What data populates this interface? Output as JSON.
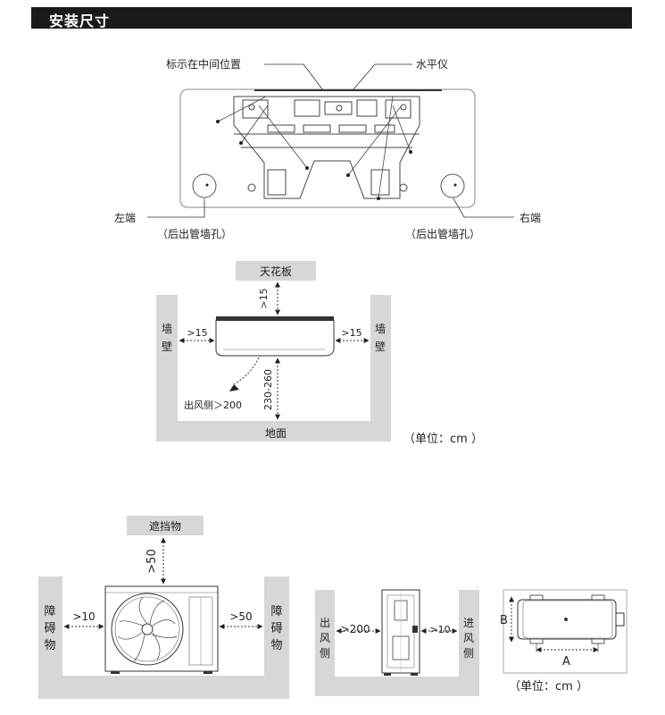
{
  "header": {
    "title": "安装尺寸"
  },
  "panel1": {
    "label_center_mark": "标示在中间位置",
    "label_level": "水平仪",
    "label_left_end": "左端",
    "label_right_end": "右端",
    "label_rear_hole_left": "（后出管墙孔）",
    "label_rear_hole_right": "（后出管墙孔）"
  },
  "panel2": {
    "ceiling": "天花板",
    "top_clearance": ">15",
    "wall_left_1": "墙",
    "wall_left_2": "壁",
    "wall_right_1": "墙",
    "wall_right_2": "壁",
    "left_clearance": ">15",
    "right_clearance": ">15",
    "height_range": "230-260",
    "airflow": "出风侧＞200",
    "floor": "地面",
    "unit_note": "（单位：cm ）"
  },
  "panel3": {
    "obstacle": "遮挡物",
    "top_clearance": ">50",
    "left_obstacle": [
      "障",
      "碍",
      "物"
    ],
    "right_obstacle": [
      "障",
      "碍",
      "物"
    ],
    "left_clearance": ">10",
    "right_clearance": ">50"
  },
  "panel4": {
    "outlet_side": [
      "出",
      "风",
      "侧"
    ],
    "inlet_side": [
      "进",
      "风",
      "侧"
    ],
    "outlet_clearance": ">200",
    "inlet_clearance": ">10"
  },
  "panel5": {
    "dim_a": "A",
    "dim_b": "B",
    "unit_note": "（单位：cm ）"
  }
}
